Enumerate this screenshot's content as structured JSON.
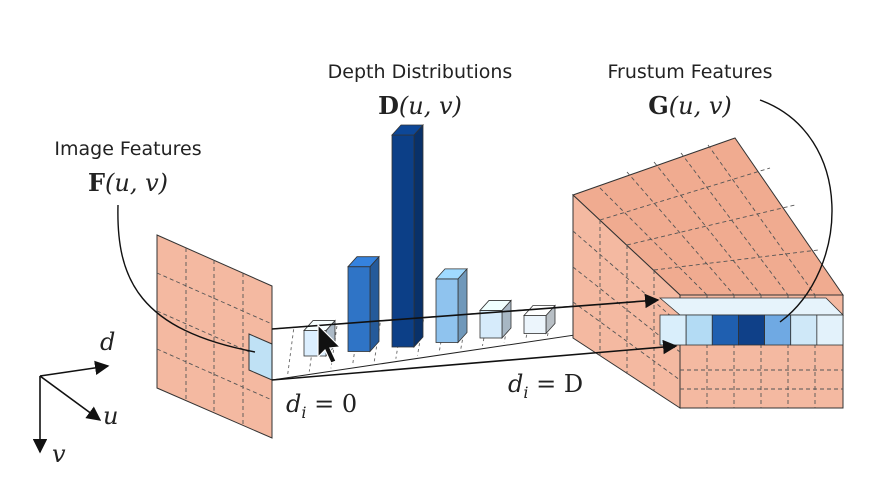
{
  "labels": {
    "image_features_title": "Image Features",
    "image_features_sym": "F",
    "image_features_args": "(u, v)",
    "depth_title": "Depth Distributions",
    "depth_sym": "D",
    "depth_args": "(u, v)",
    "frustum_title": "Frustum Features",
    "frustum_sym": "G",
    "frustum_args": "(u, v)",
    "d0_var": "d",
    "d0_sub": "i",
    "d0_eq": " = 0",
    "dD_var": "d",
    "dD_sub": "i",
    "dD_eq": " = D"
  },
  "axes": {
    "d": "d",
    "u": "u",
    "v": "v"
  },
  "depth_bins": [
    {
      "value": 0.12,
      "color": "#dcefff"
    },
    {
      "value": 0.4,
      "color": "#2f74c6"
    },
    {
      "value": 1.0,
      "color": "#0c3f87"
    },
    {
      "value": 0.3,
      "color": "#8fc3ee"
    },
    {
      "value": 0.13,
      "color": "#d6ebfb"
    },
    {
      "value": 0.08,
      "color": "#ecf5fc"
    }
  ],
  "frustum_row": [
    "#d9eefb",
    "#b3dbf4",
    "#1f5fb0",
    "#0f4088",
    "#6fa9e3",
    "#cfe8f8",
    "#e3f2fb"
  ],
  "colors": {
    "salmon": "#f4b9a1",
    "salmon_dark": "#e8a58b",
    "pixel": "#bfe1f5"
  }
}
